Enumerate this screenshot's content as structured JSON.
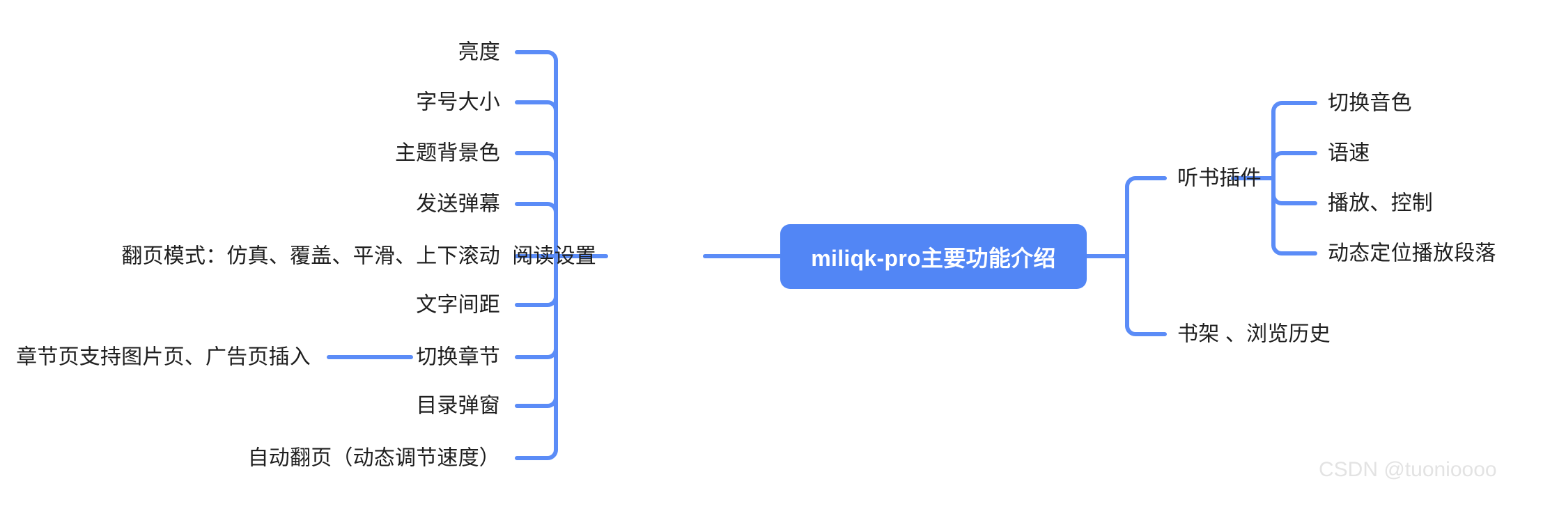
{
  "diagram": {
    "type": "mindmap",
    "title": "miliqk-pro主要功能介绍",
    "accent_color": "#5286f5",
    "edge_color": "#5b8cf7",
    "text_color": "#1f1f1f",
    "background": "#ffffff",
    "root": {
      "label": "miliqk-pro主要功能介绍"
    },
    "left_branch": {
      "label": "阅读设置",
      "children": [
        {
          "label": "亮度"
        },
        {
          "label": "字号大小"
        },
        {
          "label": "主题背景色"
        },
        {
          "label": "发送弹幕"
        },
        {
          "label": "翻页模式：仿真、覆盖、平滑、上下滚动"
        },
        {
          "label": "文字间距"
        },
        {
          "label": "切换章节",
          "child": "章节页支持图片页、广告页插入"
        },
        {
          "label": "目录弹窗"
        },
        {
          "label": "自动翻页（动态调节速度）"
        }
      ]
    },
    "right_branches": [
      {
        "label": "听书插件",
        "children": [
          {
            "label": "切换音色"
          },
          {
            "label": "语速"
          },
          {
            "label": "播放、控制"
          },
          {
            "label": "动态定位播放段落"
          }
        ]
      },
      {
        "label": "书架 、浏览历史",
        "children": []
      }
    ]
  },
  "watermark": {
    "text": "CSDN @tuonioooo"
  }
}
